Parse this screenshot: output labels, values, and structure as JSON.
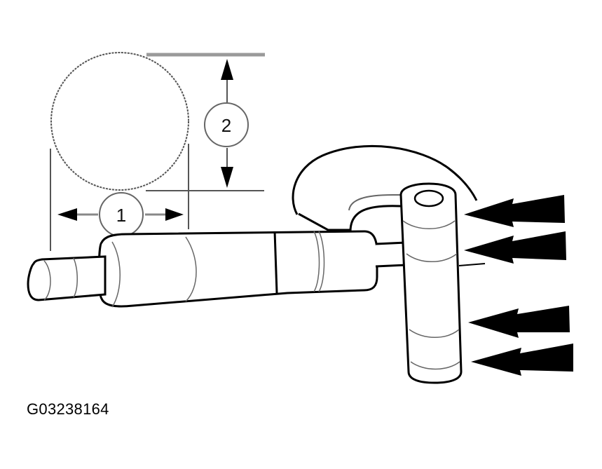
{
  "diagram": {
    "subject": "micrometer measuring a sphere",
    "callouts": [
      {
        "id": 1,
        "label": "1",
        "meaning": "horizontal dimension (diameter width)"
      },
      {
        "id": 2,
        "label": "2",
        "meaning": "vertical dimension (diameter height)"
      }
    ],
    "indicator_arrows_count": 4,
    "colors": {
      "line": "#000000",
      "thin_line": "#555555",
      "guide_line": "#9a9a9a",
      "background": "#ffffff"
    }
  },
  "caption": {
    "figure_id": "G03238164"
  }
}
